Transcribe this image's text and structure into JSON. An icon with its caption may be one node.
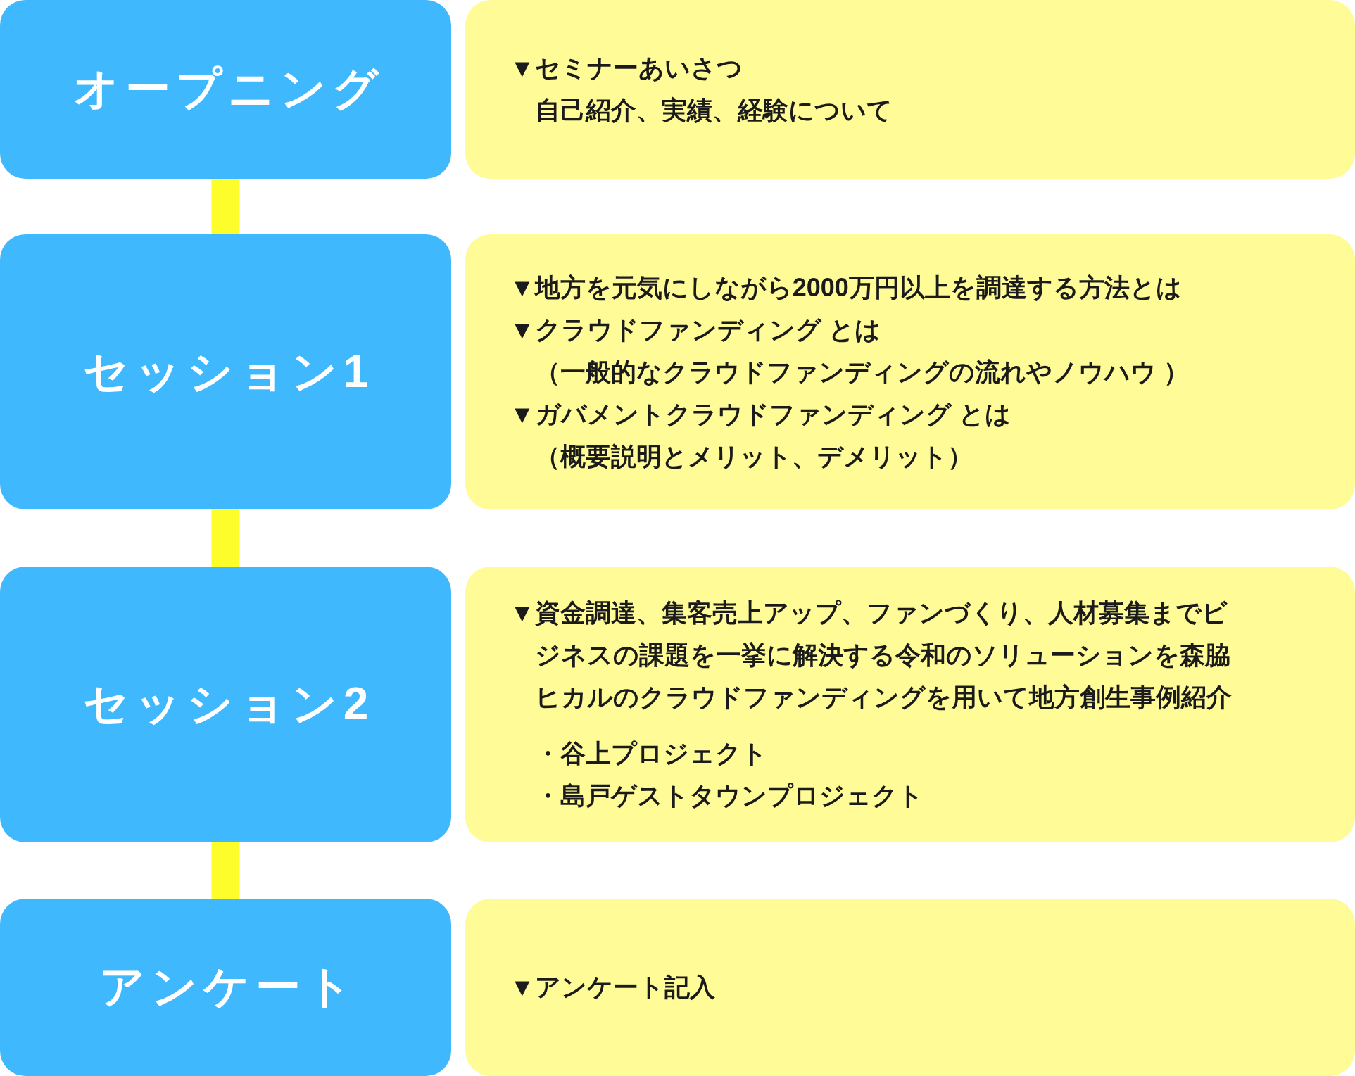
{
  "diagram": {
    "nodes": [
      {
        "text": [
          "オープニング"
        ]
      },
      {
        "text": [
          "▼セミナーあいさつ",
          "自己紹介、実績、経験について"
        ]
      },
      {
        "text": [
          "セッション1"
        ]
      },
      {
        "text": [
          "▼地方を元気にしながら2000万円以上を調達する方法とは",
          "▼クラウドファンディング とは",
          "（一般的なクラウドファンディングの流れやノウハウ ）",
          "▼ガバメントクラウドファンディング とは",
          "（概要説明とメリット、デメリット）"
        ]
      },
      {
        "text": [
          "セッション2"
        ]
      },
      {
        "text": [
          "▼資金調達、集客売上アップ、ファンづくり、人材募集までビジネスの課題を一挙に解決する令和のソリューションを森脇ヒカルのクラウドファンディングを用いて地方創生事例紹介",
          "・谷上プロジェクト",
          "・島戸ゲストタウンプロジェクト"
        ]
      },
      {
        "text": [
          "アンケート"
        ]
      },
      {
        "text": [
          "▼アンケート記入"
        ]
      }
    ],
    "edges": [
      {
        "from": 0,
        "to": 2,
        "arrow": "none"
      },
      {
        "from": 2,
        "to": 4,
        "arrow": "none"
      },
      {
        "from": 4,
        "to": 6,
        "arrow": "none"
      }
    ]
  }
}
